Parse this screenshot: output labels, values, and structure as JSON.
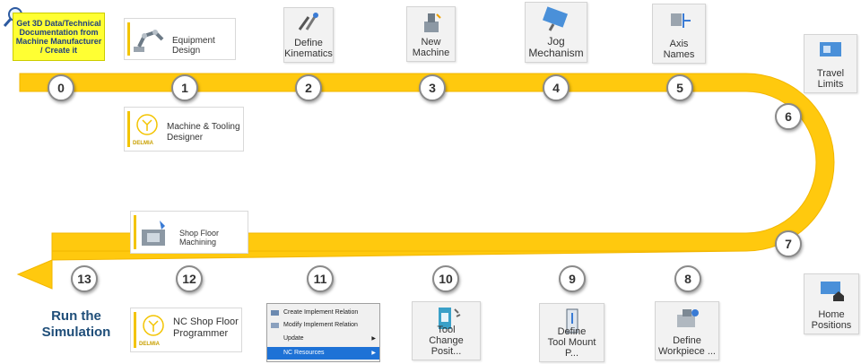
{
  "note": {
    "lines": [
      "Get 3D Data/Technical",
      "Documentation from",
      "Machine Manufacturer",
      "/ Create it"
    ]
  },
  "run": {
    "lines": [
      "Run the",
      "Simulation"
    ]
  },
  "steps": [
    "0",
    "1",
    "2",
    "3",
    "4",
    "5",
    "6",
    "7",
    "8",
    "9",
    "10",
    "11",
    "12",
    "13"
  ],
  "cards": {
    "define_kinematics": [
      "Define",
      "Kinematics"
    ],
    "new_machine": [
      "New",
      "Machine"
    ],
    "jog_mechanism": [
      "Jog",
      "Mechanism"
    ],
    "axis_names": [
      "Axis",
      "Names"
    ],
    "travel_limits": [
      "Travel",
      "Limits"
    ],
    "home_positions": [
      "Home",
      "Positions"
    ],
    "define_workpiece": [
      "Define",
      "Workpiece ..."
    ],
    "define_tool_mount": [
      "Define",
      "Tool Mount P..."
    ],
    "tool_change": [
      "Tool",
      "Change Posit..."
    ]
  },
  "apps": {
    "equipment_design": "Equipment Design",
    "machine_tooling": [
      "Machine & Tooling",
      "Designer"
    ],
    "shop_floor_machining": "Shop Floor Machining",
    "nc_shop_floor": [
      "NC Shop Floor",
      "Programmer"
    ],
    "brand": "DELMIA"
  },
  "menu": {
    "items": [
      "Create Implement Relation",
      "Modify Implement Relation",
      "Update",
      "NC Resources"
    ],
    "selected": "NC Resources"
  },
  "colors": {
    "road": "#ffc90e",
    "road_edge": "#f2b600",
    "accent": "#1f4e79",
    "note_bg": "#ffff33"
  }
}
